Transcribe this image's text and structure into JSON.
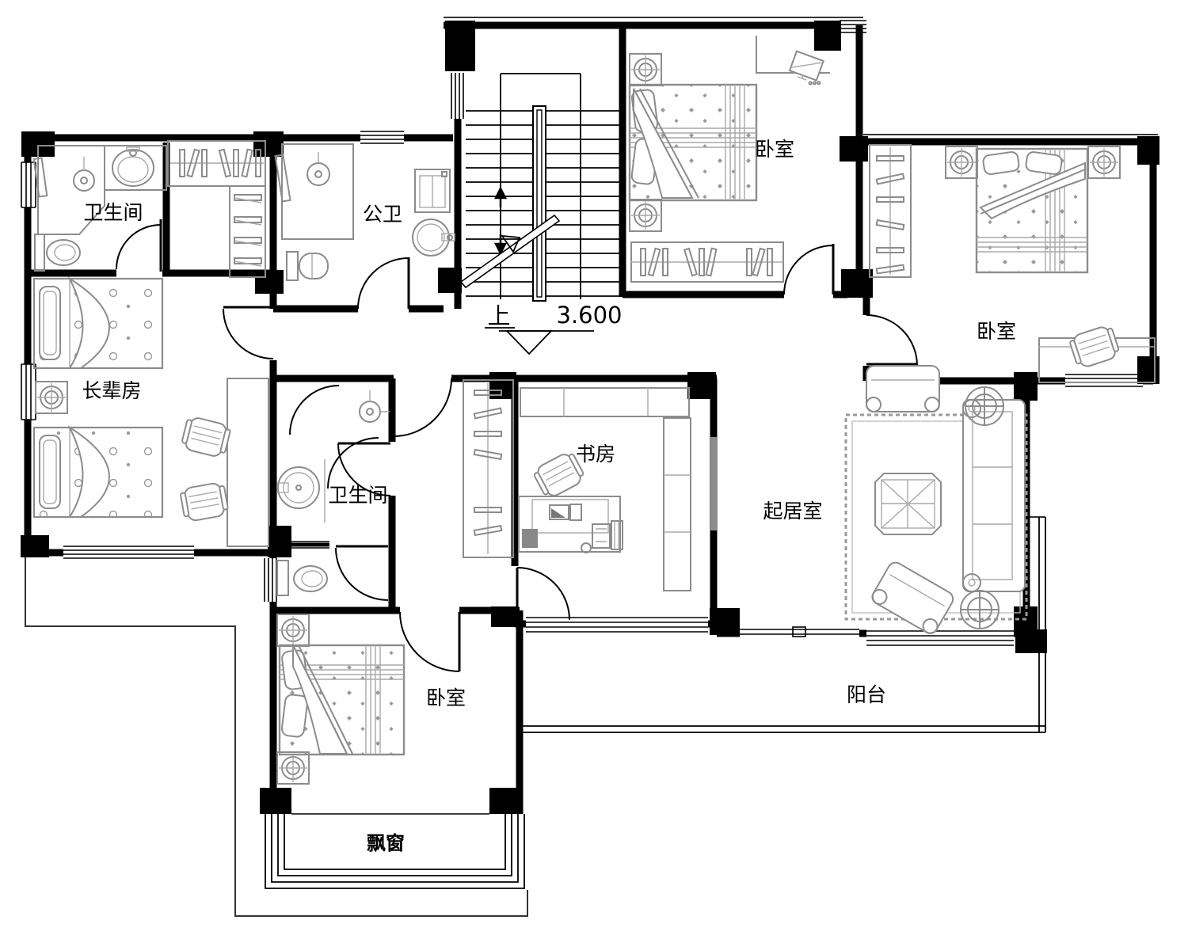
{
  "rooms": {
    "bathroom_nw": {
      "label": "卫生间"
    },
    "public_bath": {
      "label": "公卫"
    },
    "bedroom_ne": {
      "label": "卧室"
    },
    "bedroom_e": {
      "label": "卧室"
    },
    "elder_room": {
      "label": "长辈房"
    },
    "bathroom_mid": {
      "label": "卫生间"
    },
    "study": {
      "label": "书房"
    },
    "living_room": {
      "label": "起居室"
    },
    "bedroom_sw": {
      "label": "卧室"
    },
    "balcony": {
      "label": "阳台"
    },
    "bay_window": {
      "label": "飘窗"
    }
  },
  "stairs": {
    "up_label": "上",
    "elevation_label": "3.600"
  },
  "colors": {
    "walls": "#000000",
    "furniture": "#8c8c8c",
    "text": "#000000",
    "background": "#ffffff"
  }
}
